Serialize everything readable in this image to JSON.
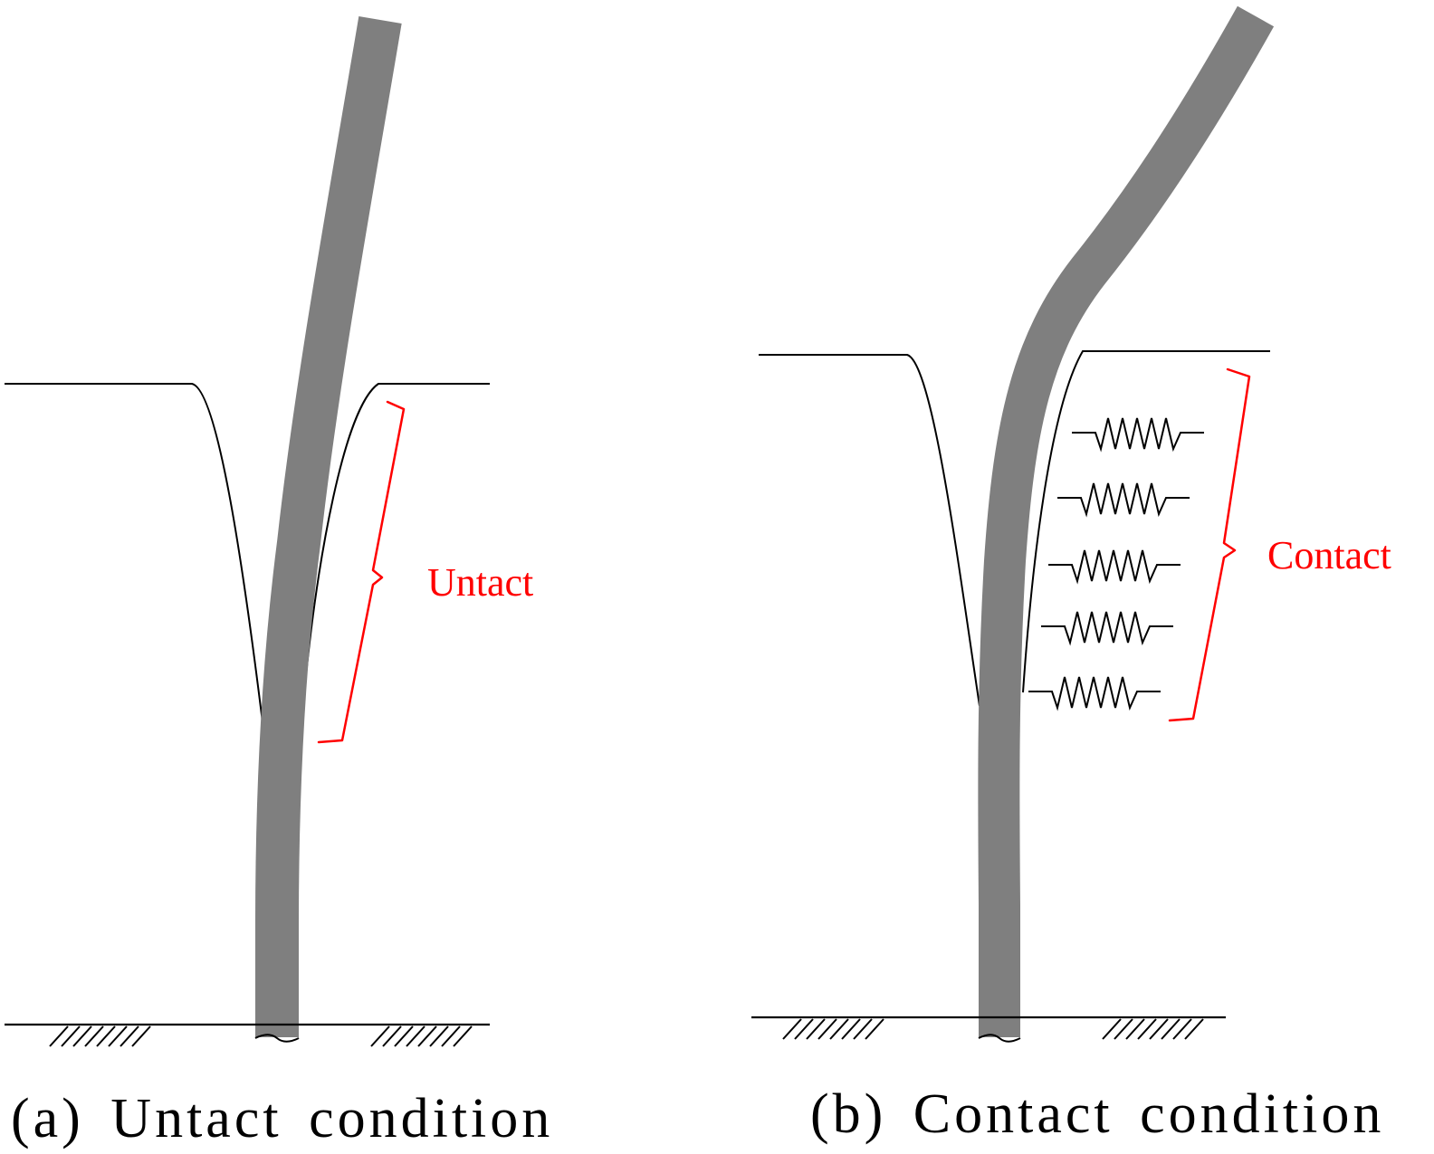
{
  "panels": [
    {
      "id": "a",
      "label": "Untact",
      "caption": "(a) Untact condition"
    },
    {
      "id": "b",
      "label": "Contact",
      "caption": "(b) Contact condition"
    }
  ],
  "colors": {
    "pile": "#7f7f7f",
    "annotation": "#ff0000",
    "line": "#000000",
    "background": "#ffffff"
  }
}
